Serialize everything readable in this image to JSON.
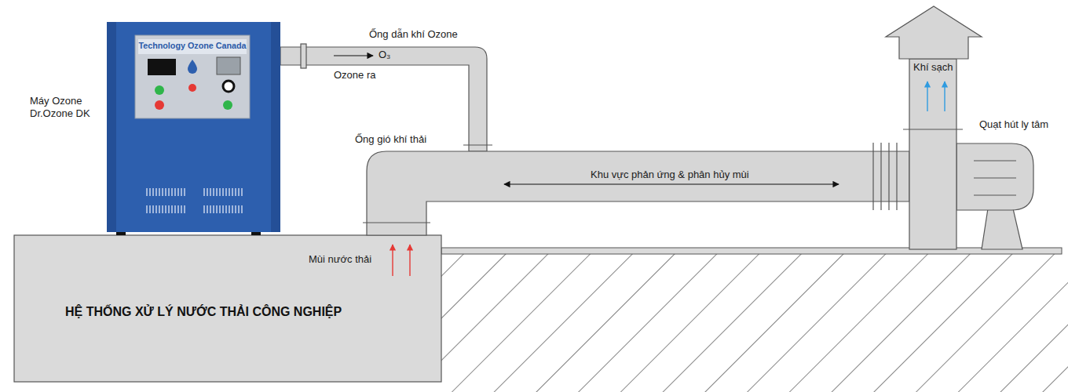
{
  "diagram": {
    "nodes": [
      {
        "text": [
          "Máy Ozone Dr.Ozone DK",
          "Technology Ozone Canada"
        ]
      },
      {
        "text": [
          "HỆ THỐNG XỬ LÝ NƯỚC THẢI CÔNG NGHIỆP"
        ]
      }
    ],
    "labels": [
      "Ống dẫn khí Ozone",
      "O₃",
      "Ozone ra",
      "Ống gió khí thải",
      "Khu vực phản ứng & phân hủy mùi",
      "Khí sạch",
      "Quạt hút ly tâm",
      "Mùi nước thải"
    ]
  }
}
